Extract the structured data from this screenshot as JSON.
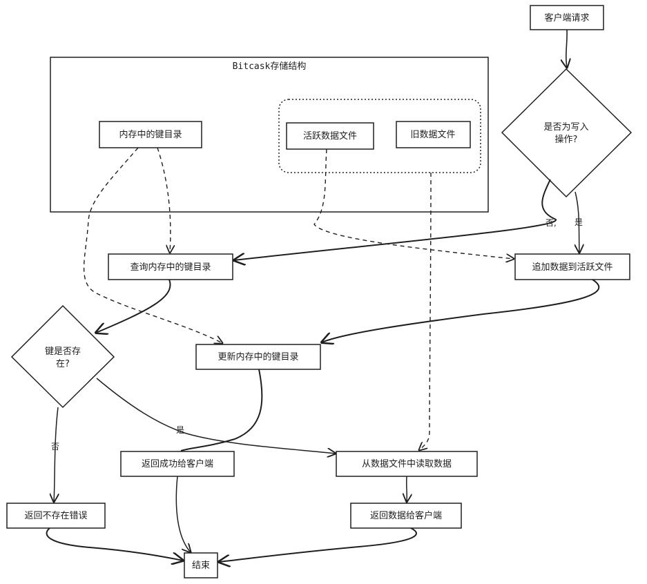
{
  "group": {
    "title": "Bitcask存储结构"
  },
  "nodes": {
    "client_request": "客户端请求",
    "is_write": [
      "是否为写入",
      "操作?"
    ],
    "keydir": "内存中的键目录",
    "active_file": "活跃数据文件",
    "old_file": "旧数据文件",
    "query_keydir": "查询内存中的键目录",
    "append_active": "追加数据到活跃文件",
    "key_exists": [
      "键是否存",
      "在?"
    ],
    "update_keydir": "更新内存中的键目录",
    "return_success": "返回成功给客户端",
    "read_data": "从数据文件中读取数据",
    "return_not_exist": "返回不存在错误",
    "return_data": "返回数据给客户端",
    "end": "结束"
  },
  "edge_labels": {
    "write_no": "否,",
    "write_yes": "是",
    "exists_no": "否",
    "exists_yes": "是"
  }
}
